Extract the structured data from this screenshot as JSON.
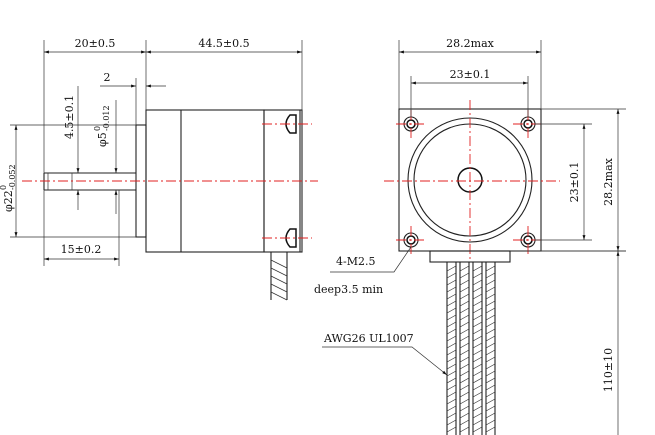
{
  "dimensions": {
    "shaft_length": "20±0.5",
    "body_length": "44.5±0.5",
    "boss_thickness": "2",
    "flat_depth": "4.5±0.1",
    "shaft_dia_prefix": "φ5",
    "shaft_dia_tol_upper": "0",
    "shaft_dia_tol_lower": "-0.012",
    "boss_dia_prefix": "φ22",
    "boss_dia_tol_upper": "0",
    "boss_dia_tol_lower": "-0.052",
    "flat_length": "15±0.2",
    "flange_width": "28.2max",
    "hole_spacing_h": "23±0.1",
    "hole_spacing_v": "23±0.1",
    "flange_height": "28.2max",
    "lead_length": "110±10"
  },
  "notes": {
    "holes": "4-M2.5",
    "depth": "deep3.5 min",
    "wire": "AWG26 UL1007"
  },
  "colors": {
    "centerline": "#e02020",
    "ink": "#111111"
  }
}
